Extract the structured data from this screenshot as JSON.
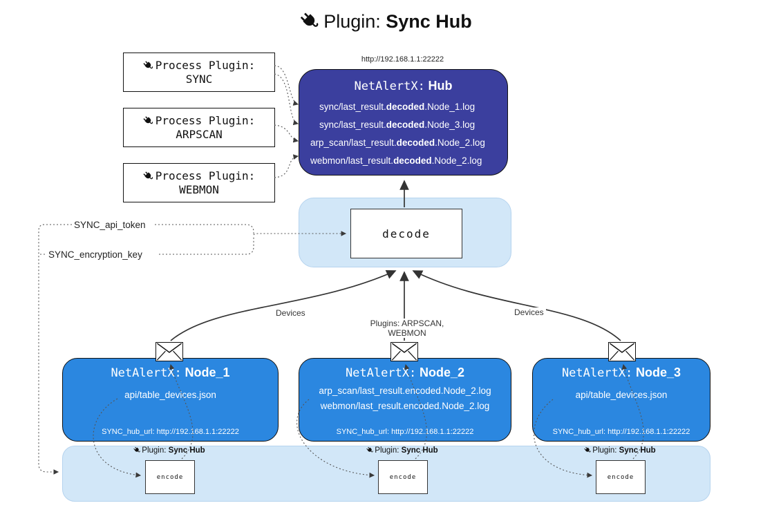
{
  "title": {
    "prefix": "Plugin:",
    "name": "Sync Hub"
  },
  "hub_url": "http://192.168.1.1:22222",
  "process_plugins": [
    {
      "label": "Process Plugin:",
      "name": "SYNC"
    },
    {
      "label": "Process Plugin:",
      "name": "ARPSCAN"
    },
    {
      "label": "Process Plugin:",
      "name": "WEBMON"
    }
  ],
  "hub": {
    "title_prefix": "NetAlertX:",
    "title_name": "Hub",
    "lines": [
      {
        "pre": "sync/last_result.",
        "bold": "decoded",
        "post": ".Node_1.log"
      },
      {
        "pre": "sync/last_result.",
        "bold": "decoded",
        "post": ".Node_3.log"
      },
      {
        "pre": "arp_scan/last_result.",
        "bold": "decoded",
        "post": ".Node_2.log"
      },
      {
        "pre": "webmon/last_result.",
        "bold": "decoded",
        "post": ".Node_2.log"
      }
    ]
  },
  "decode_label": "decode",
  "keys": {
    "api_token": "SYNC_api_token",
    "encryption_key": "SYNC_encryption_key"
  },
  "edge_labels": {
    "left": "Devices",
    "center": "Plugins: ARPSCAN, WEBMON",
    "right": "Devices"
  },
  "nodes": [
    {
      "title_prefix": "NetAlertX:",
      "title_name": "Node_1",
      "lines": [
        "api/table_devices.json"
      ],
      "footer": "SYNC_hub_url: http://192.168.1.1:22222"
    },
    {
      "title_prefix": "NetAlertX:",
      "title_name": "Node_2",
      "lines": [
        "arp_scan/last_result.encoded.Node_2.log",
        "webmon/last_result.encoded.Node_2.log"
      ],
      "footer": "SYNC_hub_url: http://192.168.1.1:22222"
    },
    {
      "title_prefix": "NetAlertX:",
      "title_name": "Node_3",
      "lines": [
        "api/table_devices.json"
      ],
      "footer": "SYNC_hub_url: http://192.168.1.1:22222"
    }
  ],
  "encoders": [
    {
      "prefix": "Plugin:",
      "name": "Sync Hub",
      "box": "encode"
    },
    {
      "prefix": "Plugin:",
      "name": "Sync Hub",
      "box": "encode"
    },
    {
      "prefix": "Plugin:",
      "name": "Sync Hub",
      "box": "encode"
    }
  ],
  "colors": {
    "hub_bg": "#3b3f9e",
    "node_bg": "#2b87e0",
    "panel_bg": "#d2e7f8",
    "line": "#333333"
  }
}
